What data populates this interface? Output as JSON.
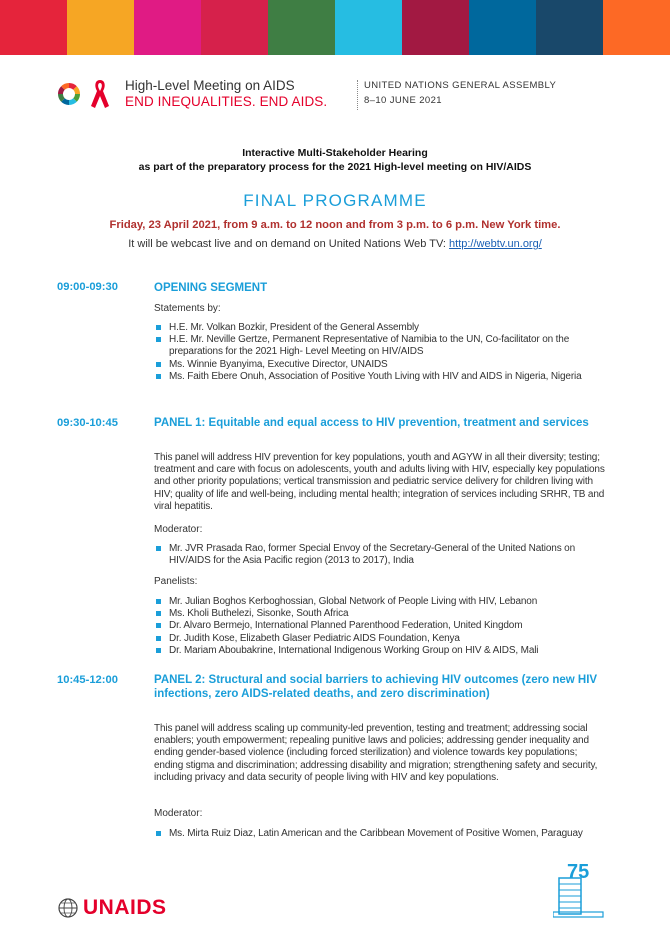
{
  "colors": {
    "stripes": [
      "#e5243b",
      "#f6a624",
      "#e01b84",
      "#d6214b",
      "#3f7e44",
      "#26bde2",
      "#a21942",
      "#00689d",
      "#19486a",
      "#fd6925"
    ],
    "accent": "#1a9ed9",
    "date_red": "#b0302e",
    "unaids_red": "#e4002b"
  },
  "header": {
    "meeting_title": "High-Level Meeting on AIDS",
    "meeting_tagline": "END INEQUALITIES. END AIDS.",
    "assembly": "UNITED NATIONS GENERAL ASSEMBLY",
    "dates": "8–10 JUNE 2021"
  },
  "doc": {
    "title_line1": "Interactive Multi-Stakeholder Hearing",
    "title_line2": "as part of the preparatory process for the 2021 High-level meeting on HIV/AIDS",
    "programme": "FINAL PROGRAMME",
    "date_line": "Friday, 23 April 2021, from 9 a.m. to 12 noon and from 3 p.m. to 6 p.m. New York time.",
    "webcast_text": "It will be webcast live and on demand on United Nations Web TV: ",
    "webcast_link": "http://webtv.un.org/"
  },
  "sections": {
    "opening": {
      "time": "09:00-09:30",
      "title": "OPENING SEGMENT",
      "statements_label": "Statements by:",
      "speakers": [
        "H.E. Mr. Volkan Bozkir, President of the General Assembly",
        "H.E. Mr. Neville Gertze, Permanent Representative of Namibia to the UN, Co-facilitator on the preparations for the 2021 High- Level Meeting on HIV/AIDS",
        "Ms. Winnie Byanyima, Executive Director, UNAIDS",
        "Ms. Faith Ebere Onuh, Association of Positive Youth Living with HIV and AIDS in Nigeria, Nigeria"
      ]
    },
    "panel1": {
      "time": "09:30-10:45",
      "title": "PANEL 1: Equitable and equal access to HIV prevention, treatment and services",
      "description": "This panel will address HIV prevention for key populations, youth and AGYW in all their diversity; testing; treatment and care with focus on adolescents, youth and adults living with HIV, especially key populations and other priority populations; vertical transmission and pediatric service delivery for children living with HIV; quality of life and well-being, including mental health; integration of services including SRHR, TB and viral hepatitis.",
      "moderator_label": "Moderator:",
      "moderators": [
        "Mr. JVR Prasada Rao, former Special Envoy of the Secretary-General of the United Nations on HIV/AIDS for the Asia Pacific region (2013 to 2017), India"
      ],
      "panelists_label": "Panelists:",
      "panelists": [
        "Mr. Julian Boghos Kerboghossian, Global Network of People Living with HIV, Lebanon",
        "Ms. Kholi Buthelezi, Sisonke, South Africa",
        "Dr. Alvaro Bermejo, International Planned Parenthood Federation, United Kingdom",
        "Dr. Judith Kose, Elizabeth Glaser Pediatric AIDS Foundation, Kenya",
        "Dr. Mariam Aboubakrine, International Indigenous Working Group on HIV & AIDS, Mali"
      ]
    },
    "panel2": {
      "time": "10:45-12:00",
      "title": "PANEL 2: Structural and social barriers to achieving HIV outcomes (zero new HIV infections, zero AIDS-related deaths, and zero discrimination)",
      "description": "This panel will address scaling up community-led prevention, testing and treatment; addressing social enablers; youth empowerment; repealing punitive laws and policies; addressing gender inequality and ending gender-based violence (including forced sterilization) and violence towards key populations; ending stigma and discrimination; addressing disability and migration; strengthening safety and security, including privacy and data security of people living with HIV and key populations.",
      "moderator_label": "Moderator:",
      "moderators": [
        "Ms. Mirta Ruiz Diaz, Latin American and the Caribbean Movement of Positive Women, Paraguay"
      ]
    }
  },
  "footer": {
    "unaids": "UNAIDS",
    "un75": "75"
  }
}
